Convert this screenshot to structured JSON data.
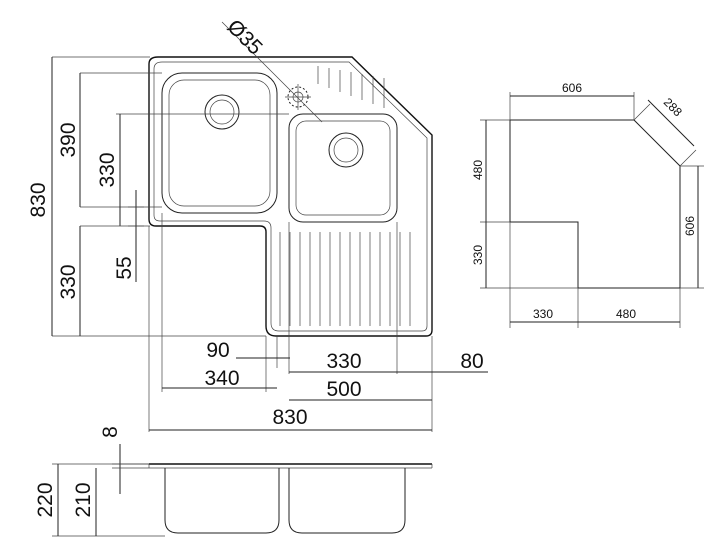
{
  "top_view": {
    "dim_overall_height": "830",
    "dim_bowl_height": "390",
    "dim_bowl2_offset": "330",
    "dim_lower_height": "330",
    "dim_step": "55",
    "dim_hole": "Ø35",
    "dim_90": "90",
    "dim_340": "340",
    "dim_330": "330",
    "dim_80": "80",
    "dim_500": "500",
    "dim_830": "830"
  },
  "section_view": {
    "dim_flange": "8",
    "dim_total_depth": "220",
    "dim_bowl_depth": "210"
  },
  "cutout": {
    "dim_top_width": "606",
    "dim_chamfer": "288",
    "dim_left_height": "480",
    "dim_left_lower": "330",
    "dim_right_height": "606",
    "dim_bottom_left": "330",
    "dim_bottom_right": "480"
  }
}
